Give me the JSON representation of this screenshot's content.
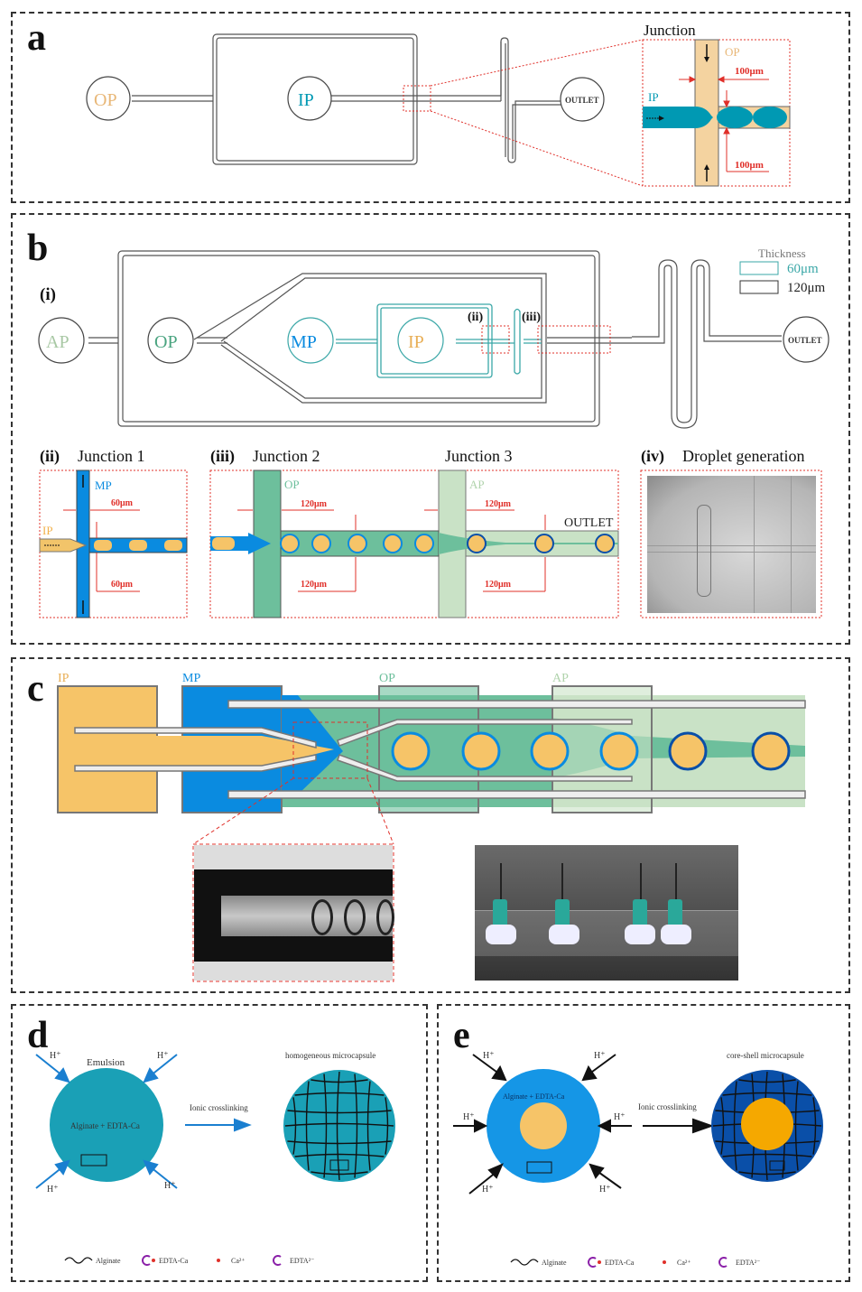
{
  "colors": {
    "op_a": "#e8b777",
    "ip_a": "#0099b3",
    "channel_a_fill": "#f4d3a0",
    "ip_b": "#f2b04a",
    "mp": "#0a8be0",
    "op_b": "#6dbf9c",
    "ap": "#c9e2c6",
    "teal_60": "#3aa7a7",
    "red": "#e0302a",
    "inner_core": "#f6c468",
    "shell_dark": "#0a4fa8",
    "emulsion_d": "#1aa0b6",
    "emulsion_e": "#1596e6",
    "core_e": "#f5a800",
    "edta": "#8a1fa8"
  },
  "panel_a": {
    "label": "a",
    "inlet_op": "OP",
    "inlet_ip": "IP",
    "outlet": "OUTLET",
    "zoom_title": "Junction",
    "zoom_op": "OP",
    "zoom_ip": "IP",
    "dim_top": "100μm",
    "dim_bottom": "100μm"
  },
  "panel_b": {
    "label": "b",
    "sub_i": "(i)",
    "sub_ii_marker": "(ii)",
    "sub_iii_marker": "(iii)",
    "inlet_ap": "AP",
    "inlet_op": "OP",
    "inlet_mp": "MP",
    "inlet_ip": "IP",
    "outlet": "OUTLET",
    "legend_title": "Thickness",
    "legend_items": [
      {
        "label": "60μm",
        "color": "#3aa7a7"
      },
      {
        "label": "120μm",
        "color": "#333333"
      }
    ],
    "junction1": {
      "roman": "(ii)",
      "title": "Junction 1",
      "phase_mp": "MP",
      "phase_ip": "IP",
      "dim_top": "60μm",
      "dim_bottom": "60μm"
    },
    "junction2": {
      "roman": "(iii)",
      "title": "Junction 2",
      "phase_op": "OP",
      "dim_top": "120μm",
      "dim_bottom": "120μm"
    },
    "junction3": {
      "title": "Junction 3",
      "phase_ap": "AP",
      "outlet": "OUTLET",
      "dim_top": "120μm",
      "dim_bottom": "120μm"
    },
    "droplet": {
      "roman": "(iv)",
      "title": "Droplet generation"
    }
  },
  "panel_c": {
    "label": "c",
    "phase_ip": "IP",
    "phase_mp": "MP",
    "phase_op": "OP",
    "phase_ap": "AP"
  },
  "panel_d": {
    "label": "d",
    "title_left": "Emulsion",
    "inner_text": "Alginate + EDTA-Ca",
    "arrow_label": "Ionic crosslinking",
    "title_right": "homogeneous microcapsule",
    "proton": "H⁺",
    "legend": [
      "Alginate",
      "EDTA-Ca",
      "Ca²⁺",
      "EDTA²⁻"
    ]
  },
  "panel_e": {
    "label": "e",
    "inner_text": "Alginate + EDTA-Ca",
    "arrow_label": "Ionic crosslinking",
    "title_right": "core-shell microcapsule",
    "proton": "H⁺",
    "legend": [
      "Alginate",
      "EDTA-Ca",
      "Ca²⁺",
      "EDTA²⁻"
    ]
  }
}
